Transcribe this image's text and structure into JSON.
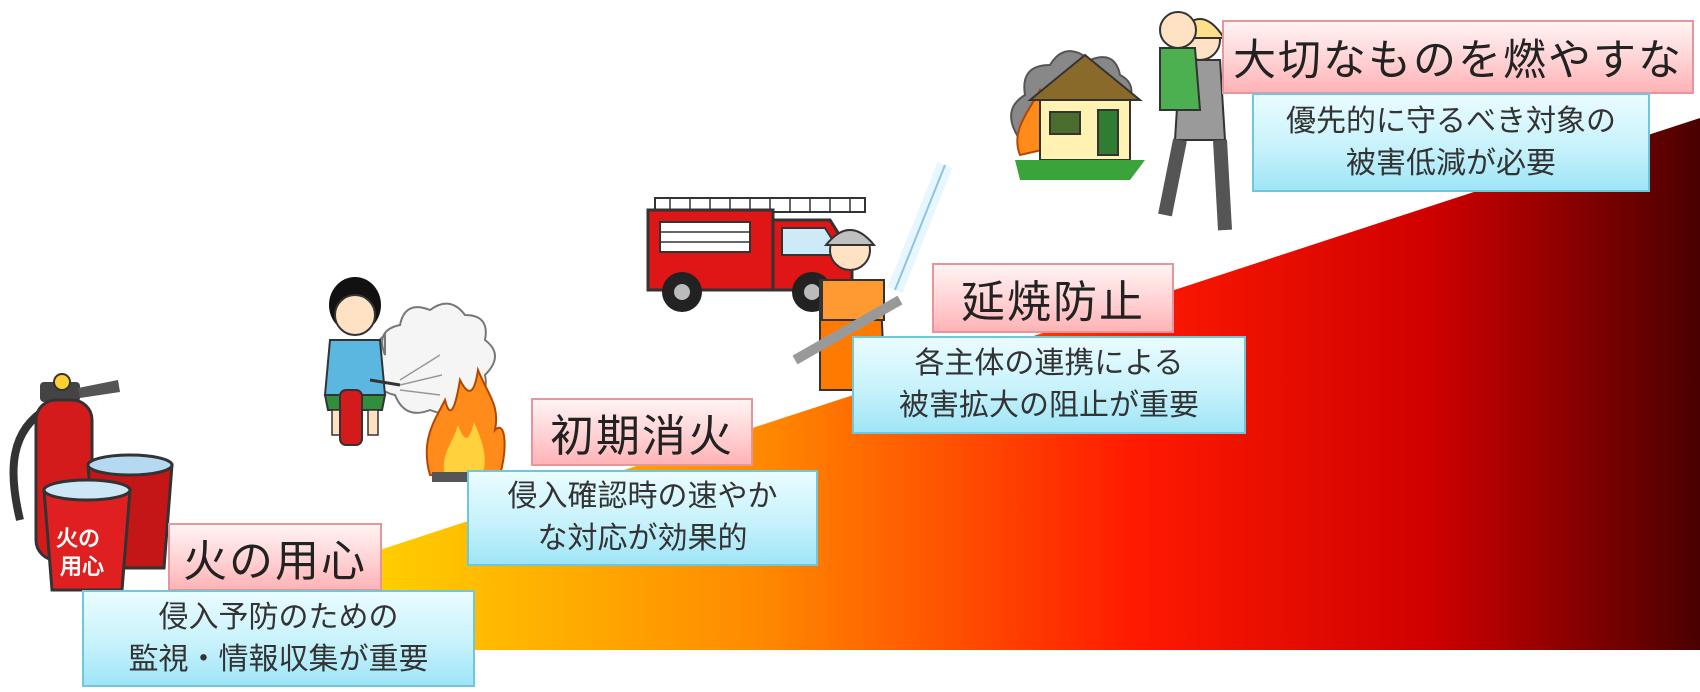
{
  "steps": [
    {
      "title": "火の用心",
      "desc": [
        "侵入予防のための",
        "監視・情報収集が重要"
      ]
    },
    {
      "title": "初期消火",
      "desc": [
        "侵入確認時の速やか",
        "な対応が効果的"
      ]
    },
    {
      "title": "延焼防止",
      "desc": [
        "各主体の連携による",
        "被害拡大の阻止が重要"
      ]
    },
    {
      "title": "大切なものを燃やすな",
      "desc": [
        "優先的に守るべき対象の",
        "被害低減が必要"
      ]
    }
  ],
  "illustrations": {
    "extinguisher_label": [
      "火の",
      "用心"
    ]
  },
  "colors": {
    "gradient": [
      "#ffd200",
      "#ff8a00",
      "#ff1a00",
      "#cf0000",
      "#4a0000"
    ],
    "title_box": "#ffc6c8",
    "desc_box": "#bff0fb"
  }
}
